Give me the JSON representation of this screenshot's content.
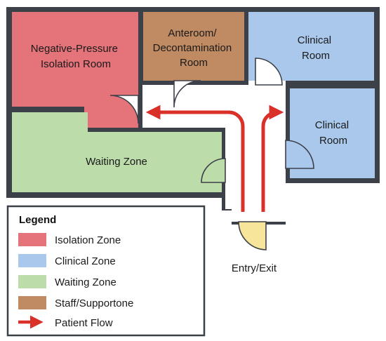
{
  "rooms": {
    "isolation": {
      "line1": "Negative-Pressure",
      "line2": "Isolation Room"
    },
    "anteroom": {
      "line1": "Anteroom/",
      "line2": "Decontamination",
      "line3": "Room"
    },
    "clinical_top": {
      "line1": "Clinical",
      "line2": "Room"
    },
    "clinical_right": {
      "line1": "Clinical",
      "line2": "Room"
    },
    "waiting": {
      "label": "Waiting Zone"
    }
  },
  "entry": {
    "label": "Entry/Exit"
  },
  "legend": {
    "title": "Legend",
    "items": [
      {
        "label": "Isolation Zone",
        "color": "#e5737a"
      },
      {
        "label": "Clinical Zone",
        "color": "#a9c8ec"
      },
      {
        "label": "Waiting Zone",
        "color": "#bcdcaa"
      },
      {
        "label": "Staff/Supportone",
        "color": "#c08a62"
      },
      {
        "label": "Patient Flow",
        "color": "#d9302a"
      }
    ]
  },
  "colors": {
    "wall": "#3c4049",
    "corridor": "#ffffff",
    "door": "#f6e59a",
    "flow": "#d9302a"
  }
}
